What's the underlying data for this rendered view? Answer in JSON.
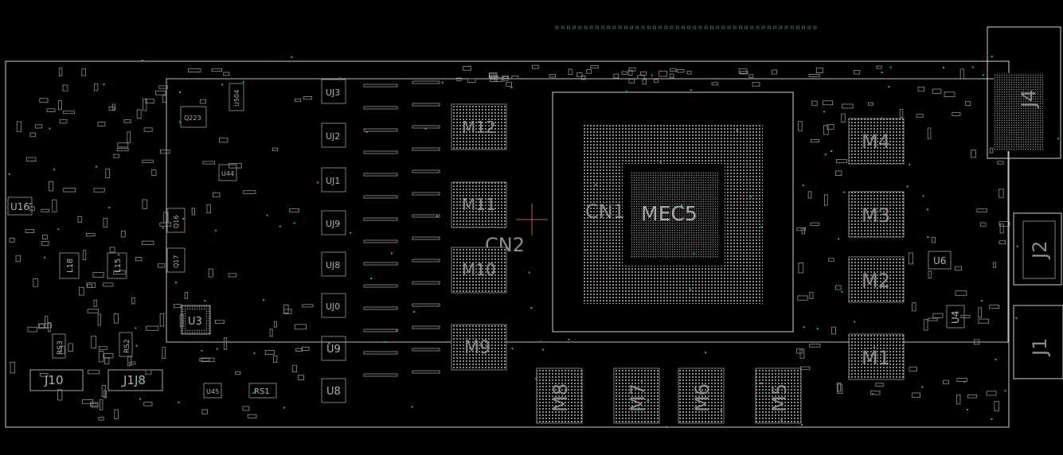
{
  "colors": {
    "background": "#000000",
    "outline": "#cfcfcf",
    "pad": "#9a9a9a",
    "label_large": "#8c8c8c",
    "label_small": "#b0b0b0",
    "via": "#1ab0c8",
    "cursor": "#c85a5a"
  },
  "labels": {
    "mec5": "MEC5",
    "cn1": "CN1",
    "cn2": "CN2",
    "m1": "M1",
    "m2": "M2",
    "m3": "M3",
    "m4": "M4",
    "m5": "M5",
    "m6": "M6",
    "m7": "M7",
    "m8": "M8",
    "m9": "M9",
    "m10": "M10",
    "m11": "M11",
    "m12": "M12",
    "j1": "J1",
    "j2": "J2",
    "j4": "J4",
    "j10": "J10",
    "j18": "J1J8",
    "l18": "L18",
    "l15": "L15",
    "rs1": "RS1",
    "rs2": "RS2",
    "rs3": "RS3",
    "u3": "U3",
    "u4": "U4",
    "u6": "U6",
    "u16": "U16",
    "u44": "U44",
    "u45": "U45",
    "u504": "U504",
    "q223": "Q223",
    "q16": "Q16",
    "q17": "Q17",
    "uj3": "UJ3",
    "uj2": "UJ2",
    "uj1": "UJ1",
    "uj9": "UJ9",
    "uj8": "UJ8",
    "uj0": "UJ0",
    "u9": "U9",
    "u8": "U8"
  }
}
